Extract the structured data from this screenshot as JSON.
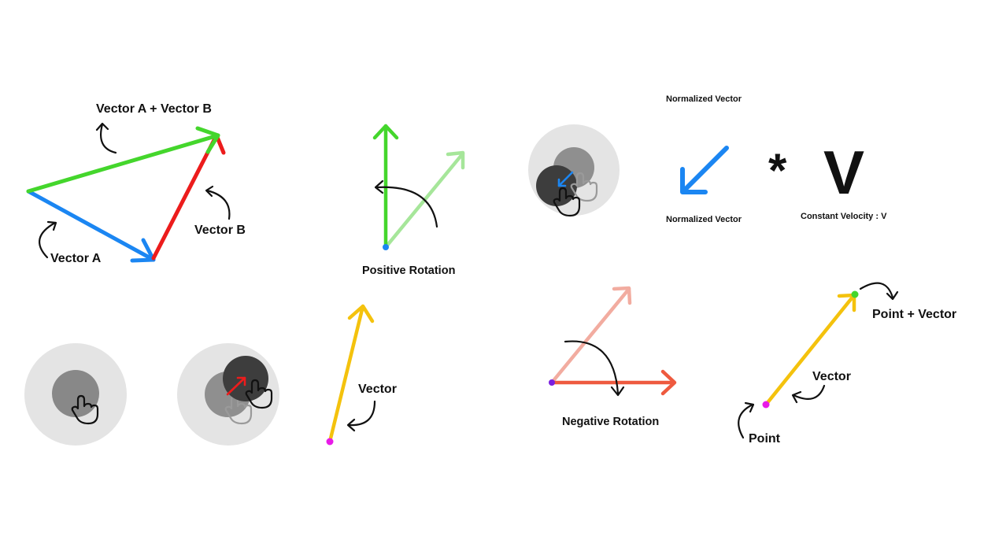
{
  "labels": {
    "vector_a_plus_b": "Vector A + Vector B",
    "vector_a": "Vector A",
    "vector_b": "Vector B",
    "positive_rotation": "Positive Rotation",
    "negative_rotation": "Negative Rotation",
    "vector": "Vector",
    "normalized_vector_top": "Normalized Vector",
    "normalized_vector_bottom": "Normalized Vector",
    "constant_velocity": "Constant Velocity : V",
    "multiply": "*",
    "v": "V",
    "point_plus_vector": "Point + Vector",
    "vector_right": "Vector",
    "point": "Point"
  },
  "colors": {
    "green": "#44d62c",
    "light_green": "#a6e69a",
    "blue": "#1b86f2",
    "red": "#ec1c1c",
    "yellow": "#f4c20d",
    "orange_red": "#ee5a3f",
    "salmon": "#f2aca0",
    "magenta": "#e81be8",
    "purple": "#7a1fe0",
    "circle_outer": "#e4e4e4",
    "circle_mid": "#888888",
    "circle_dark": "#3d3d3d",
    "ink": "#111111"
  },
  "icons": [
    "pointer-hand-icon",
    "curved-arrow-icon"
  ]
}
